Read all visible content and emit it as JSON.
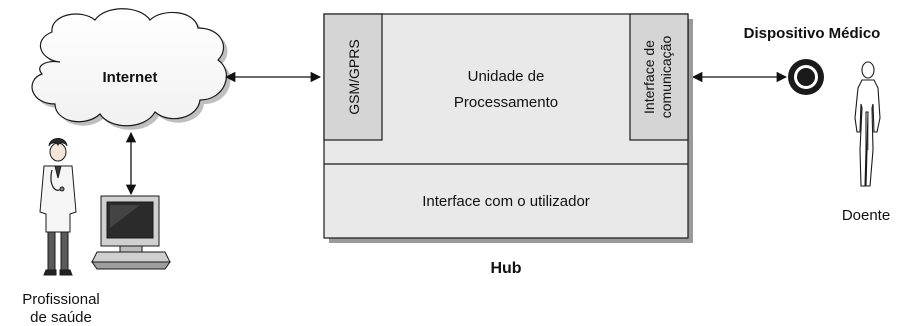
{
  "internet": {
    "label": "Internet"
  },
  "hub": {
    "label": "Hub",
    "gsm_label": "GSM/GPRS",
    "processing_line1": "Unidade de",
    "processing_line2": "Processamento",
    "comm_line1": "Interface de",
    "comm_line2": "comunicação",
    "ui_label": "Interface com o utilizador"
  },
  "device": {
    "label": "Dispositivo Médico"
  },
  "patient": {
    "label": "Doente"
  },
  "professional": {
    "line1": "Profissional",
    "line2": "de saúde"
  },
  "colors": {
    "box_fill": "#e9e9e9",
    "panel_fill": "#d5d5d5",
    "stroke": "#1a1a1a",
    "shadow": "#9a9a9a"
  }
}
